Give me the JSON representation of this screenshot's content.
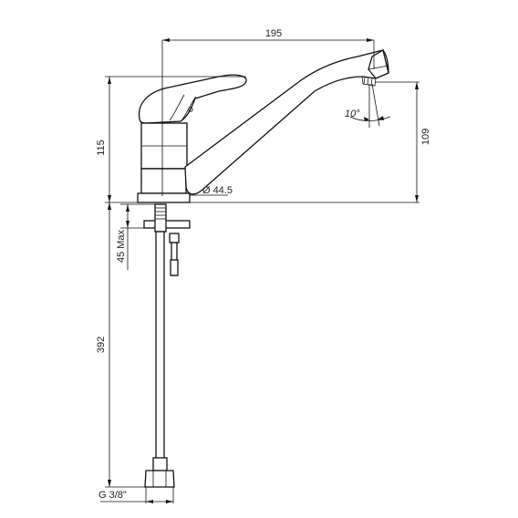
{
  "dimensions": {
    "spout_reach": "195",
    "body_height": "115",
    "spout_height": "109",
    "base_diameter": "44.5",
    "diameter_symbol": "Ø",
    "shank_length": "45 Max",
    "hose_length": "392",
    "connection_thread": "G 3/8\"",
    "spout_angle": "10°"
  }
}
